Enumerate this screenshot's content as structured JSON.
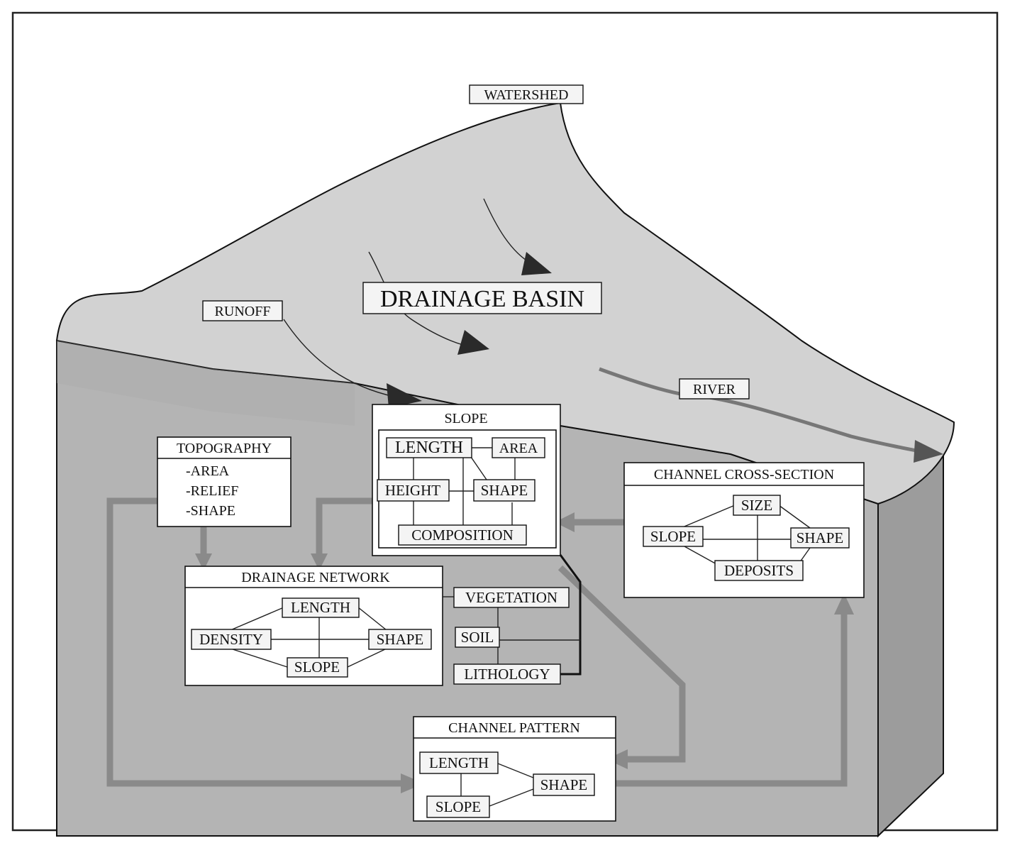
{
  "diagram": {
    "watershed": "WATERSHED",
    "drainage_basin": "DRAINAGE BASIN",
    "runoff": "RUNOFF",
    "river": "RIVER",
    "slope": {
      "title": "SLOPE",
      "length": "LENGTH",
      "area": "AREA",
      "height": "HEIGHT",
      "shape": "SHAPE",
      "composition": "COMPOSITION"
    },
    "topography": {
      "title": "TOPOGRAPHY",
      "items": [
        "-AREA",
        "-RELIEF",
        "-SHAPE"
      ]
    },
    "drainage_network": {
      "title": "DRAINAGE NETWORK",
      "length": "LENGTH",
      "density": "DENSITY",
      "shape": "SHAPE",
      "slope": "SLOPE"
    },
    "factors": {
      "vegetation": "VEGETATION",
      "soil": "SOIL",
      "lithology": "LITHOLOGY"
    },
    "channel_cross_section": {
      "title": "CHANNEL CROSS-SECTION",
      "size": "SIZE",
      "slope": "SLOPE",
      "shape": "SHAPE",
      "deposits": "DEPOSITS"
    },
    "channel_pattern": {
      "title": "CHANNEL PATTERN",
      "length": "LENGTH",
      "shape": "SHAPE",
      "slope": "SLOPE"
    }
  },
  "colors": {
    "front_face": "#b4b4b4",
    "side_face": "#9c9c9c",
    "top_surface": "#d2d2d2",
    "flow_arrow": "#8a8a8a",
    "runoff_arrow": "#2a2a2a"
  }
}
